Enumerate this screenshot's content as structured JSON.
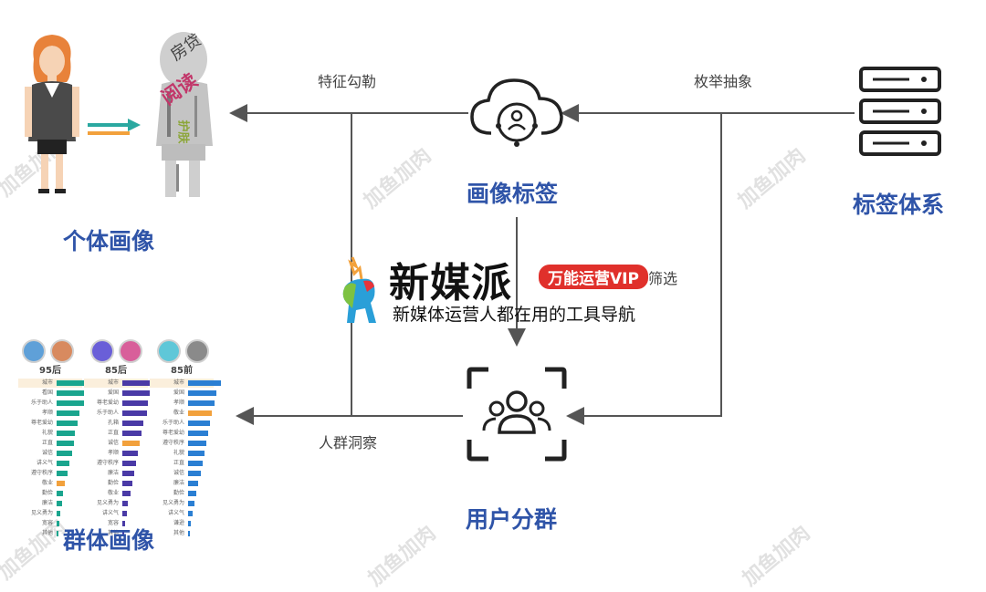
{
  "nodes": {
    "individual_portrait": "个体画像",
    "portrait_tags": "画像标签",
    "tag_system": "标签体系",
    "user_segmentation": "用户分群",
    "group_portrait": "群体画像"
  },
  "edges": {
    "feature_outline": "特征勾勒",
    "enumerate_abstract": "枚举抽象",
    "crowd_insight": "人群洞察",
    "filter_tail": "筛选"
  },
  "wordcloud_words": [
    "房贷",
    "阅读",
    "护肤"
  ],
  "watermark_text": "加鱼加肉",
  "brand": {
    "name": "新媒派",
    "badge": "万能运营VIP",
    "slogan": "新媒体运营人都在用的工具导航"
  },
  "group_chart": {
    "columns": [
      {
        "header": "95后",
        "color": "#1aa58e",
        "rows": [
          {
            "label": "城市",
            "pct": 0.96
          },
          {
            "label": "看国",
            "pct": 0.84
          },
          {
            "label": "乐于助人",
            "pct": 0.82
          },
          {
            "label": "孝顺",
            "pct": 0.69
          },
          {
            "label": "尊老爱幼",
            "pct": 0.63
          },
          {
            "label": "礼貌",
            "pct": 0.55
          },
          {
            "label": "正直",
            "pct": 0.52
          },
          {
            "label": "诚信",
            "pct": 0.46
          },
          {
            "label": "讲义气",
            "pct": 0.4
          },
          {
            "label": "遵守秩序",
            "pct": 0.33
          },
          {
            "label": "敬业",
            "pct": 0.25,
            "hl": true
          },
          {
            "label": "勤俭",
            "pct": 0.19
          },
          {
            "label": "廉洁",
            "pct": 0.16
          },
          {
            "label": "见义勇为",
            "pct": 0.1
          },
          {
            "label": "宽容",
            "pct": 0.07
          },
          {
            "label": "其他",
            "pct": 0.05
          }
        ]
      },
      {
        "header": "85后",
        "color": "#4a3aa6",
        "rows": [
          {
            "label": "城市",
            "pct": 0.98
          },
          {
            "label": "爱国",
            "pct": 0.83
          },
          {
            "label": "尊老爱幼",
            "pct": 0.79
          },
          {
            "label": "乐于助人",
            "pct": 0.74
          },
          {
            "label": "孔箱",
            "pct": 0.65
          },
          {
            "label": "正直",
            "pct": 0.59
          },
          {
            "label": "诚信",
            "pct": 0.53,
            "hl": true
          },
          {
            "label": "孝顺",
            "pct": 0.48
          },
          {
            "label": "遵守秩序",
            "pct": 0.42
          },
          {
            "label": "廉洁",
            "pct": 0.36
          },
          {
            "label": "勤俭",
            "pct": 0.3
          },
          {
            "label": "敬业",
            "pct": 0.24
          },
          {
            "label": "见义勇为",
            "pct": 0.18
          },
          {
            "label": "讲义气",
            "pct": 0.14
          },
          {
            "label": "宽容",
            "pct": 0.08
          },
          {
            "label": "其他",
            "pct": 0.05
          }
        ]
      },
      {
        "header": "85前",
        "color": "#2b7fd3",
        "rows": [
          {
            "label": "城市",
            "pct": 0.99
          },
          {
            "label": "爱国",
            "pct": 0.86
          },
          {
            "label": "孝顺",
            "pct": 0.8
          },
          {
            "label": "敬业",
            "pct": 0.72,
            "hl": true
          },
          {
            "label": "乐于助人",
            "pct": 0.66
          },
          {
            "label": "尊老爱幼",
            "pct": 0.6
          },
          {
            "label": "遵守秩序",
            "pct": 0.55
          },
          {
            "label": "礼貌",
            "pct": 0.49
          },
          {
            "label": "正直",
            "pct": 0.44
          },
          {
            "label": "诚信",
            "pct": 0.38
          },
          {
            "label": "廉洁",
            "pct": 0.31
          },
          {
            "label": "勤俭",
            "pct": 0.25
          },
          {
            "label": "见义勇为",
            "pct": 0.2
          },
          {
            "label": "讲义气",
            "pct": 0.14
          },
          {
            "label": "谦逊",
            "pct": 0.09
          },
          {
            "label": "其他",
            "pct": 0.05
          }
        ]
      }
    ]
  },
  "colors": {
    "title": "#2f54a8",
    "line": "#555555",
    "accent_orange": "#f2a13c",
    "accent_green": "#2aa8a0"
  }
}
